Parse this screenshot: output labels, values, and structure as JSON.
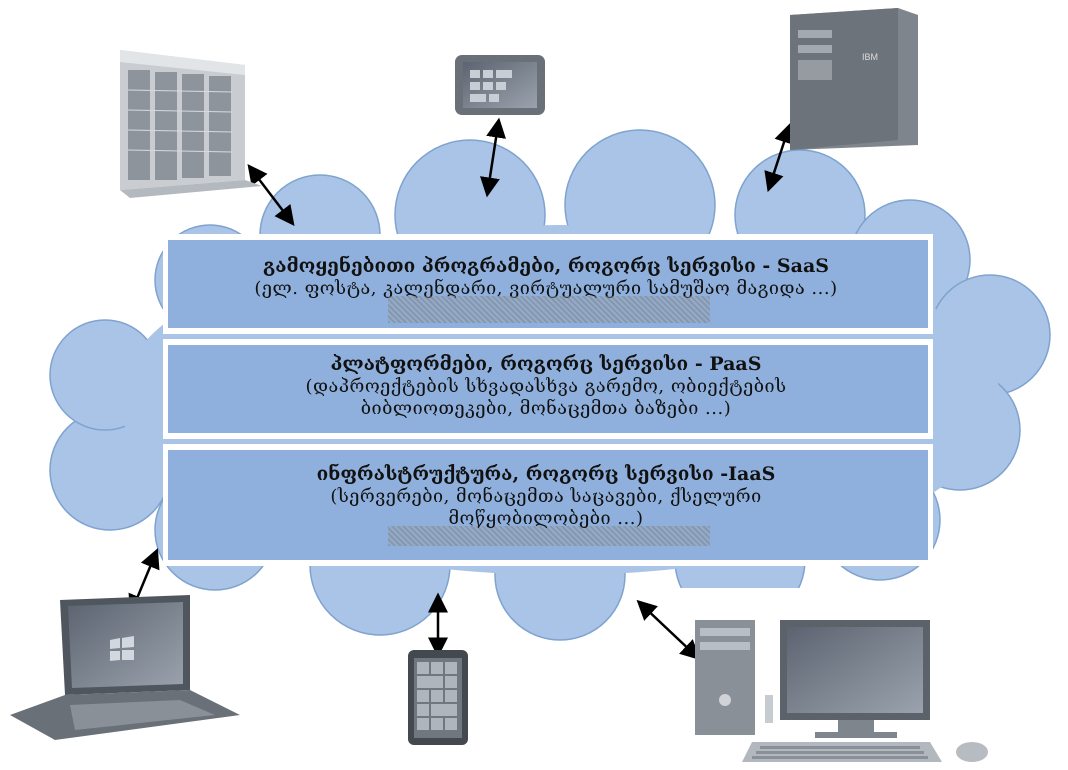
{
  "layers": [
    {
      "title": "გამოყენებითი პროგრამები, როგორც სერვისი -  SaaS",
      "desc_lines": [
        "(ელ. ფოსტა, კალენდარი, ვირტუალური სამუშაო მაგიდა ...)"
      ]
    },
    {
      "title": "პლატფორმები, როგორც სერვისი - PaaS",
      "desc_lines": [
        "(დაპროექტების სხვადასხვა გარემო, ობიექტების",
        "ბიბლიოთეკები, მონაცემთა ბაზები ...)"
      ]
    },
    {
      "title": "ინფრასტრუქტურა, როგორც სერვისი -IaaS",
      "desc_lines": [
        "(სერვერები, მონაცემთა საცავები, ქსელური",
        "მოწყობილობები ...)"
      ]
    }
  ],
  "devices": {
    "rack_label": "",
    "tower_brand": "IBM"
  },
  "colors": {
    "cloud_fill": "#a9c4e6",
    "cloud_stroke": "#7ea3cf",
    "layer_fill": "#8fb0dc",
    "device_gray": "#9aa0a6"
  }
}
